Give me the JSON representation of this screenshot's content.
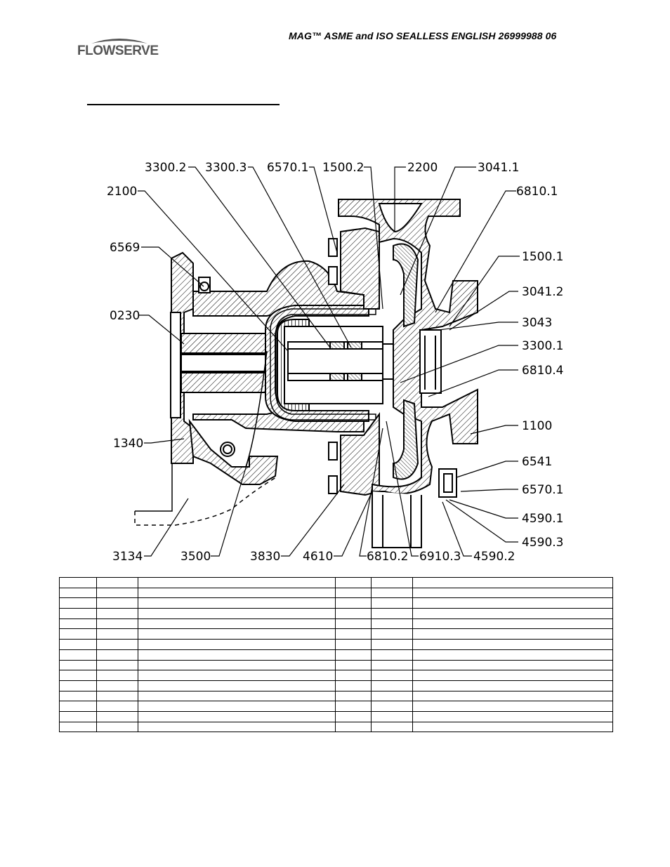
{
  "header": {
    "brand": "FLOWSERVE",
    "doc_title": "MAG™ ASME and ISO SEALLESS ENGLISH  26999988 06"
  },
  "drawing": {
    "callouts": {
      "c3300_2": "3300.2",
      "c3300_3": "3300.3",
      "c6570_1_top": "6570.1",
      "c1500_2": "1500.2",
      "c2200": "2200",
      "c3041_1": "3041.1",
      "c2100": "2100",
      "c6810_1": "6810.1",
      "c6569": "6569",
      "c1500_1": "1500.1",
      "c3041_2": "3041.2",
      "c0230": "0230",
      "c3043": "3043",
      "c3300_1": "3300.1",
      "c6810_4": "6810.4",
      "c1100": "1100",
      "c1340": "1340",
      "c6541": "6541",
      "c6570_1_right": "6570.1",
      "c4590_1": "4590.1",
      "c4590_3": "4590.3",
      "c3134": "3134",
      "c3500": "3500",
      "c3830": "3830",
      "c4610": "4610",
      "c6810_2": "6810.2",
      "c6910_3": "6910.3",
      "c4590_2": "4590.2"
    }
  },
  "parts_table": {
    "rows": [
      [
        "",
        "",
        "",
        "",
        "",
        ""
      ],
      [
        "",
        "",
        "",
        "",
        "",
        ""
      ],
      [
        "",
        "",
        "",
        "",
        "",
        ""
      ],
      [
        "",
        "",
        "",
        "",
        "",
        ""
      ],
      [
        "",
        "",
        "",
        "",
        "",
        ""
      ],
      [
        "",
        "",
        "",
        "",
        "",
        ""
      ],
      [
        "",
        "",
        "",
        "",
        "",
        ""
      ],
      [
        "",
        "",
        "",
        "",
        "",
        ""
      ],
      [
        "",
        "",
        "",
        "",
        "",
        ""
      ],
      [
        "",
        "",
        "",
        "",
        "",
        ""
      ],
      [
        "",
        "",
        "",
        "",
        "",
        ""
      ],
      [
        "",
        "",
        "",
        "",
        "",
        ""
      ],
      [
        "",
        "",
        "",
        "",
        "",
        ""
      ],
      [
        "",
        "",
        "",
        "",
        "",
        ""
      ],
      [
        "",
        "",
        "",
        "",
        "",
        ""
      ]
    ]
  }
}
